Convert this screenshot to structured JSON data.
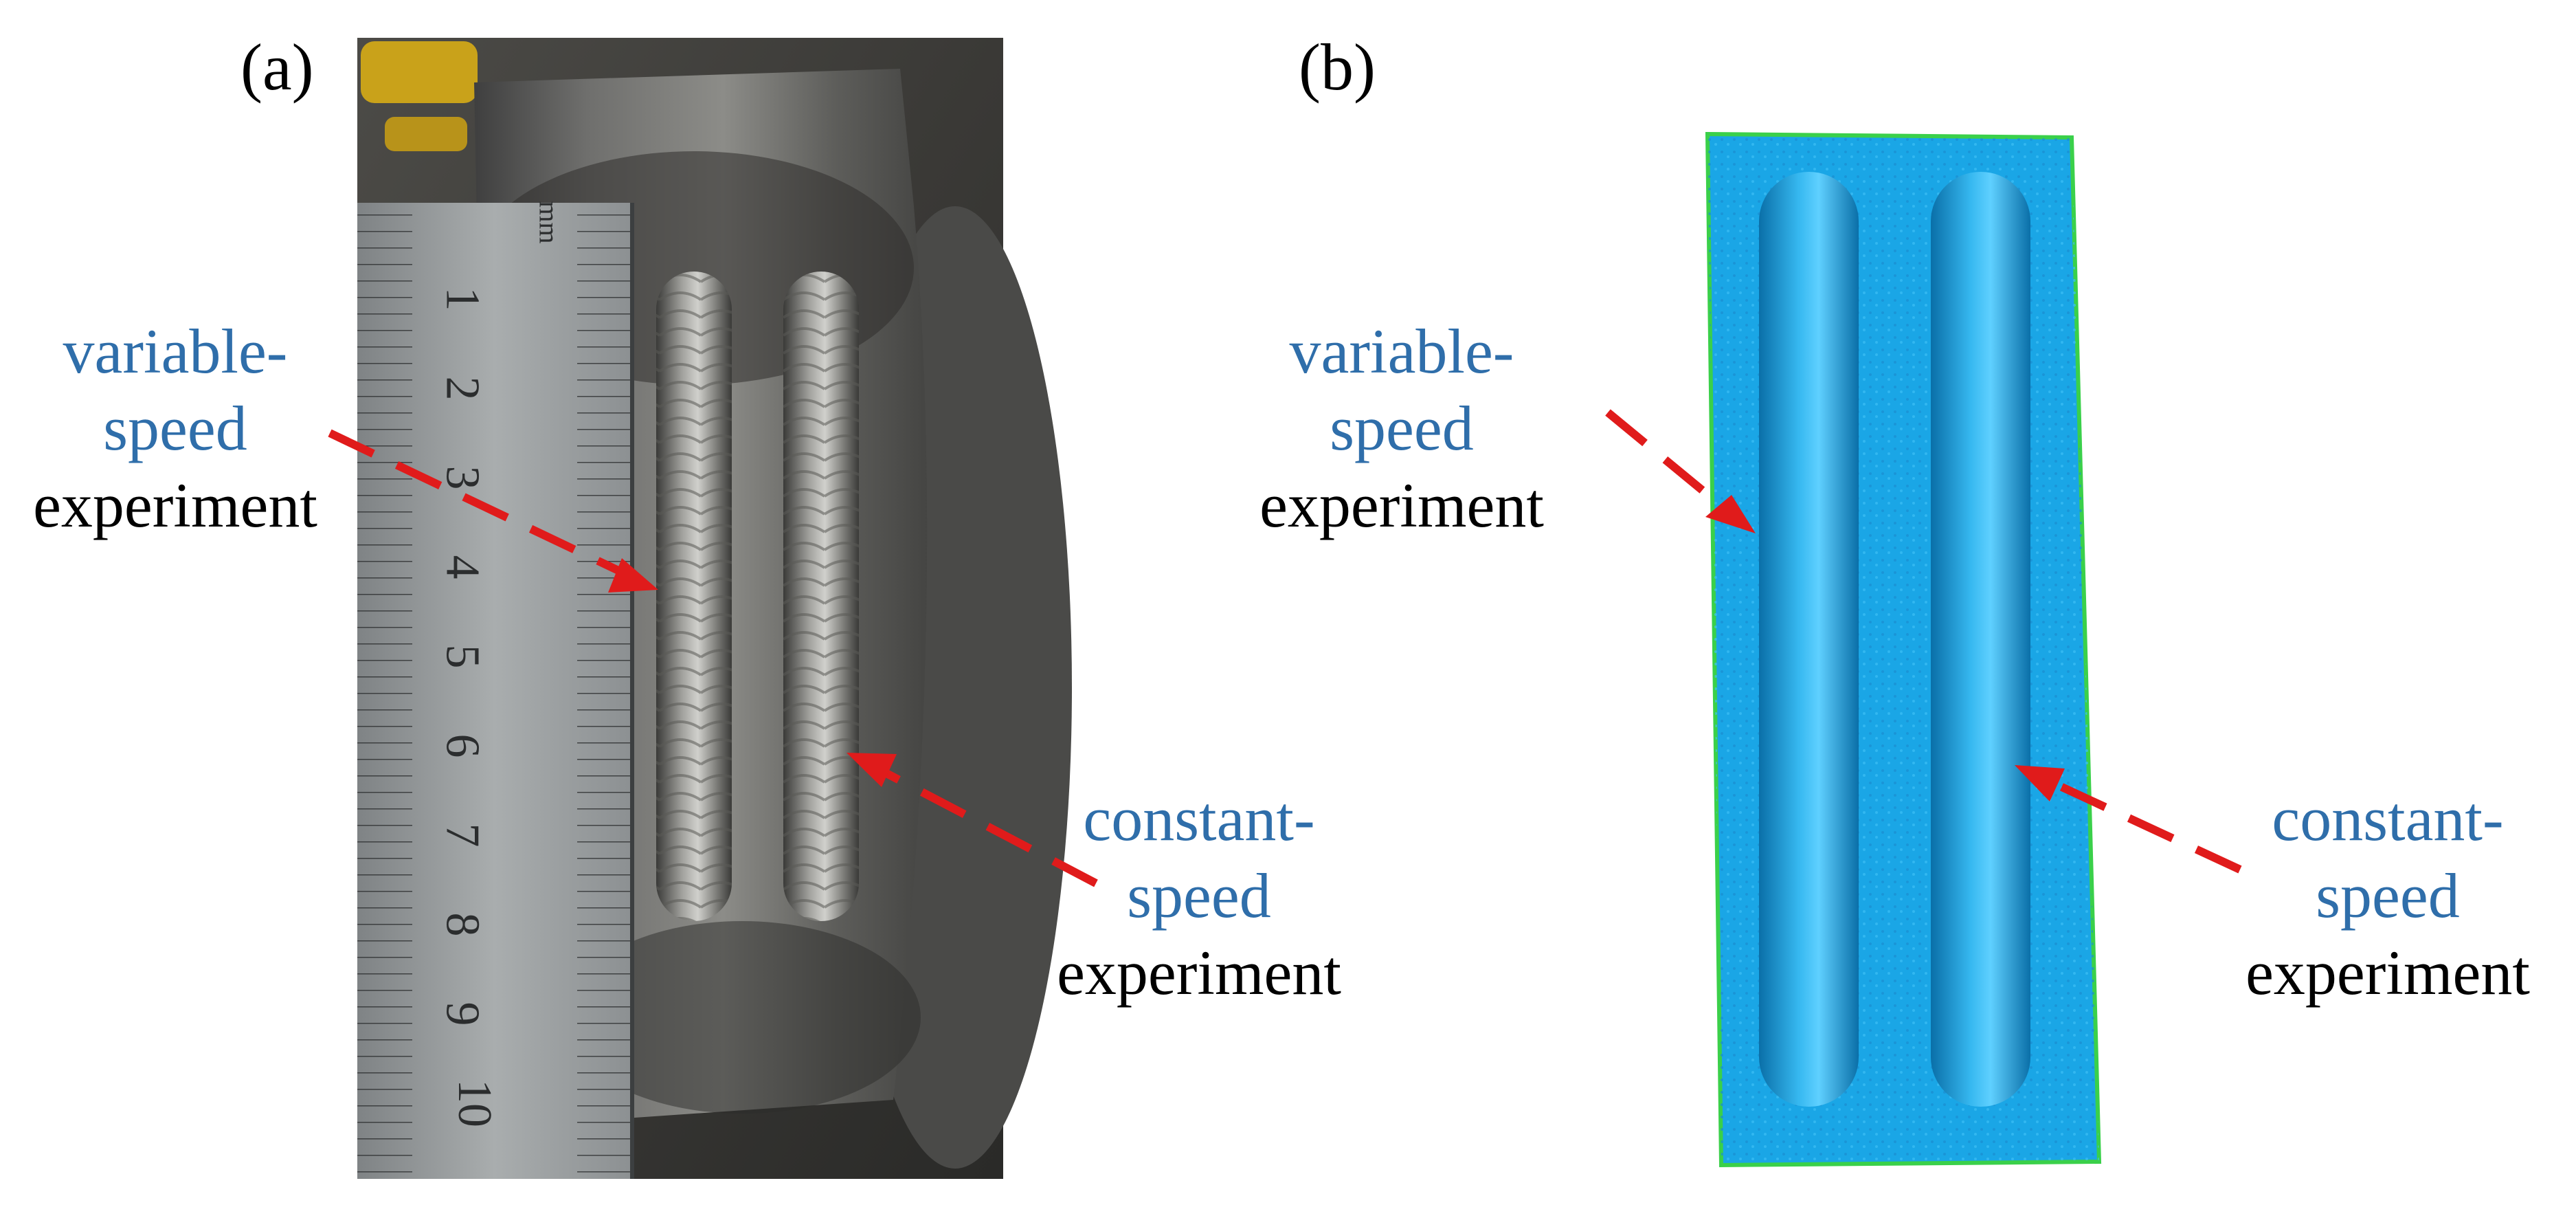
{
  "panels": {
    "a": {
      "label": "(a)"
    },
    "b": {
      "label": "(b)"
    }
  },
  "annotations": {
    "variable": {
      "line1": "variable-",
      "line2": "speed",
      "line3": "experiment"
    },
    "constant": {
      "line1": "constant-",
      "line2": "speed",
      "line3": "experiment"
    }
  },
  "ruler": {
    "unit": "mm",
    "numbers": [
      "1",
      "2",
      "3",
      "4",
      "5",
      "6",
      "7",
      "8",
      "9",
      "10"
    ]
  },
  "colors": {
    "annotation_blue": "#2f6eaa",
    "arrow_red": "#e01b1b",
    "scan_blue": "#1aa6e6",
    "scan_edge": "#3ad04a"
  }
}
